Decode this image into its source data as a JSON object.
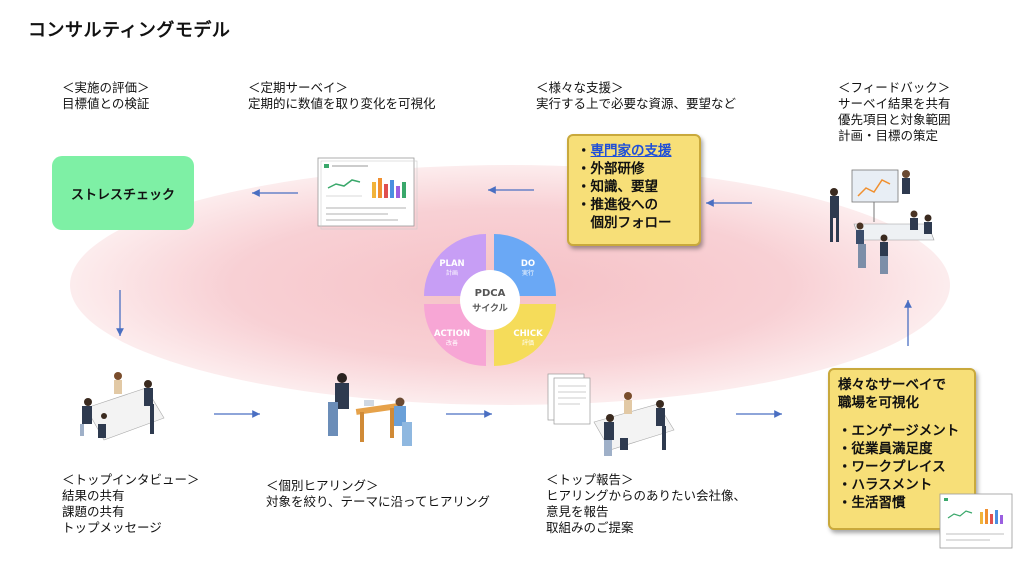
{
  "title": "コンサルティングモデル",
  "pdca": {
    "center_top": "PDCA",
    "center_bottom": "サイクル",
    "plan": "PLAN",
    "plan_sub": "計画",
    "do": "DO",
    "do_sub": "実行",
    "check": "CHICK",
    "check_sub": "評価",
    "action": "ACTION",
    "action_sub": "改善",
    "colors": {
      "plan": "#c79ef5",
      "do": "#6aa8f5",
      "check": "#f5dc5a",
      "action": "#f7a6d5"
    }
  },
  "top_labels": [
    {
      "heading": "＜実施の評価＞",
      "lines": [
        "目標値との検証"
      ]
    },
    {
      "heading": "＜定期サーベイ＞",
      "lines": [
        "定期的に数値を取り変化を可視化"
      ]
    },
    {
      "heading": "＜様々な支援＞",
      "lines": [
        "実行する上で必要な資源、要望など"
      ]
    },
    {
      "heading": "＜フィードバック＞",
      "lines": [
        "サーベイ結果を共有",
        "優先項目と対象範囲",
        "計画・目標の策定"
      ]
    }
  ],
  "bottom_labels": [
    {
      "heading": "＜トップインタビュー＞",
      "lines": [
        "結果の共有",
        "課題の共有",
        "トップメッセージ"
      ]
    },
    {
      "heading": "＜個別ヒアリング＞",
      "lines": [
        "対象を絞り、テーマに沿ってヒアリング"
      ]
    },
    {
      "heading": "＜トップ報告＞",
      "lines": [
        "ヒアリングからのありたい会社像、",
        "意見を報告",
        "取組みのご提案"
      ]
    }
  ],
  "stress_check": "ストレスチェック",
  "support_box": {
    "link": "専門家の支援",
    "items": [
      "・外部研修",
      "・知識、要望",
      "・推進役への",
      "　個別フォロー"
    ]
  },
  "survey_box": {
    "heading": [
      "様々なサーベイで",
      "職場を可視化"
    ],
    "items": [
      "・エンゲージメント",
      "・従業員満足度",
      "・ワークプレイス",
      "・ハラスメント",
      "・生活習慣"
    ]
  }
}
